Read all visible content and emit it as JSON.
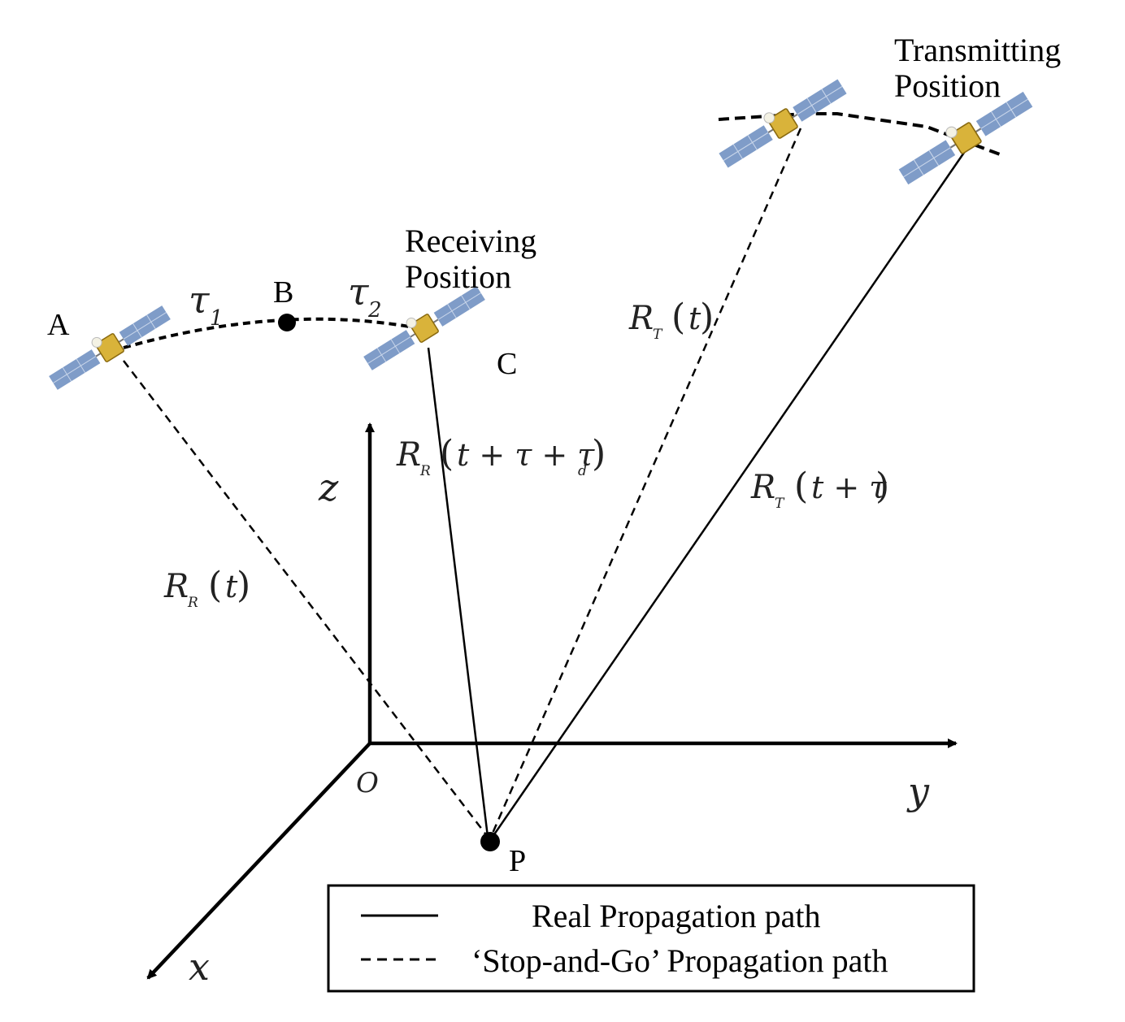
{
  "points": {
    "a": "A",
    "b": "B",
    "c": "C",
    "p": "P",
    "origin": "O"
  },
  "positions": {
    "receiving_line1": "Receiving",
    "receiving_line2": "Position",
    "transmitting_line1": "Transmitting",
    "transmitting_line2": "Position"
  },
  "delays": {
    "tau1": {
      "symbol": "τ",
      "sub": "1"
    },
    "tau2": {
      "symbol": "τ",
      "sub": "2"
    }
  },
  "axes": {
    "x": "x",
    "y": "y",
    "z": "z"
  },
  "ranges": {
    "rr_t": {
      "symbol": "R",
      "sub": "R",
      "arg": "t"
    },
    "rr_shift": {
      "symbol": "R",
      "sub": "R",
      "arg_pre": "t + τ + τ",
      "arg_sub": "d"
    },
    "rt_t": {
      "symbol": "R",
      "sub": "T",
      "arg": "t"
    },
    "rt_shift": {
      "symbol": "R",
      "sub": "T",
      "arg": "t + τ"
    }
  },
  "legend": {
    "real": "Real Propagation path",
    "stop_and_go": "‘Stop-and-Go’ Propagation path"
  },
  "colors": {
    "panel": "#7f9cc8",
    "panel_grid": "#c9d6ea",
    "body": "#d9b33a",
    "dish": "#f4f2e4"
  }
}
